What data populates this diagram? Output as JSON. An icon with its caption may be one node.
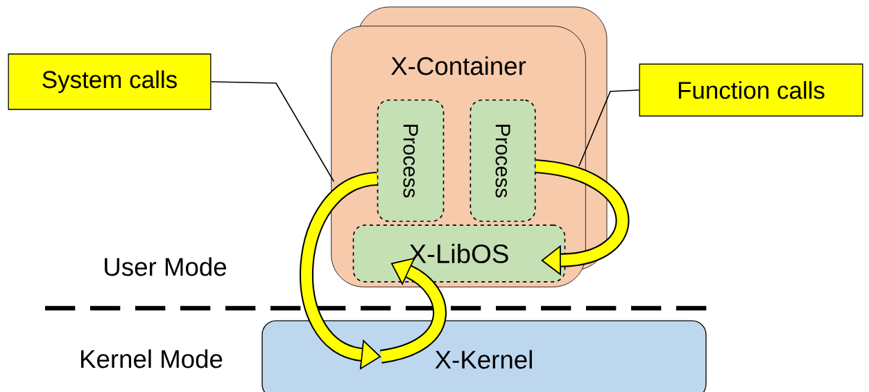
{
  "diagram": {
    "nodes": [
      {
        "text": [
          "System calls"
        ]
      },
      {
        "text": [
          "Function calls"
        ]
      },
      {
        "text": [
          "X-Container"
        ]
      },
      {
        "text": [
          "Process"
        ],
        "in": 2
      },
      {
        "text": [
          "Process"
        ],
        "in": 2
      },
      {
        "text": [
          "X-LibOS"
        ],
        "in": 2
      },
      {
        "text": [
          "X-Kernel"
        ]
      }
    ],
    "edges": [
      {
        "from": 3,
        "to": 6,
        "arrow": "to"
      },
      {
        "from": 6,
        "to": 5,
        "arrow": "to"
      },
      {
        "from": 4,
        "to": 5,
        "arrow": "to"
      },
      {
        "from": 0,
        "to": 2,
        "arrow": "none"
      },
      {
        "from": 1,
        "to": 2,
        "arrow": "none"
      }
    ],
    "labels": [
      "User Mode",
      "Kernel Mode"
    ]
  }
}
